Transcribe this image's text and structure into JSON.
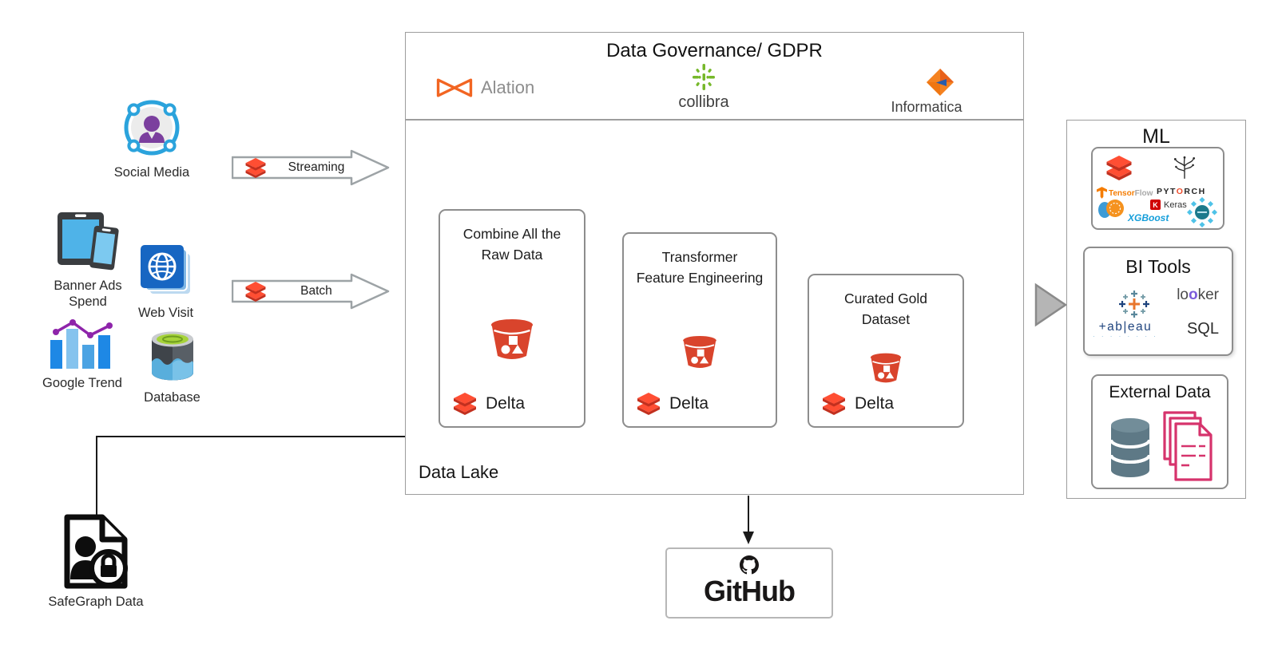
{
  "sources": {
    "social_media": {
      "label": "Social Media"
    },
    "banner_ads": {
      "label1": "Banner Ads",
      "label2": "Spend"
    },
    "web_visit": {
      "label": "Web Visit"
    },
    "google_trend": {
      "label": "Google Trend"
    },
    "database": {
      "label": "Database"
    },
    "safegraph": {
      "label": "SafeGraph Data"
    }
  },
  "flow_arrows": {
    "streaming": "Streaming",
    "batch": "Batch"
  },
  "governance": {
    "title": "Data Governance/ GDPR",
    "vendors": {
      "alation": "Alation",
      "collibra": "collibra",
      "informatica": "Informatica"
    }
  },
  "data_lake": {
    "label": "Data Lake",
    "stage1": {
      "line1": "Combine All the",
      "line2": "Raw Data",
      "delta": "Delta"
    },
    "stage2": {
      "line1": "Transformer",
      "line2": "Feature Engineering",
      "delta": "Delta"
    },
    "stage3": {
      "line1": "Curated Gold",
      "line2": "Dataset",
      "delta": "Delta"
    }
  },
  "ml_panel": {
    "title": "ML",
    "frameworks": {
      "tensorflow_prefix": "Tensor",
      "tensorflow_suffix": "Flow",
      "pytorch_prefix": "PYT",
      "pytorch_o": "O",
      "pytorch_suffix": "RCH",
      "keras_k": "K",
      "keras": "Keras",
      "xgboost": "XGBoost"
    },
    "bi_tools": {
      "title": "BI Tools",
      "looker_prefix": "lo",
      "looker_o": "o",
      "looker_suffix": "ker",
      "tableau": "+ab|eau",
      "tableau_dots": "· · · · · · · ·",
      "sql": "SQL"
    },
    "external_data": {
      "title": "External Data"
    }
  },
  "github": {
    "label": "GitHub"
  },
  "colors": {
    "databricks_red": "#FF4E33",
    "databricks_dark": "#C2301F",
    "bucket_red": "#D9442C",
    "arrow_outline": "#9da3a6",
    "connector_black": "#1a1a1a",
    "tensorflow_orange": "#F57C00",
    "pytorch_orange": "#EE4C2C",
    "keras_red": "#D00000",
    "xgboost_blue": "#149EDA",
    "looker_purple": "#7C5CDB",
    "tableau_navy": "#1F447E",
    "docs_pink": "#D6336C",
    "db_slate": "#5E7986"
  }
}
